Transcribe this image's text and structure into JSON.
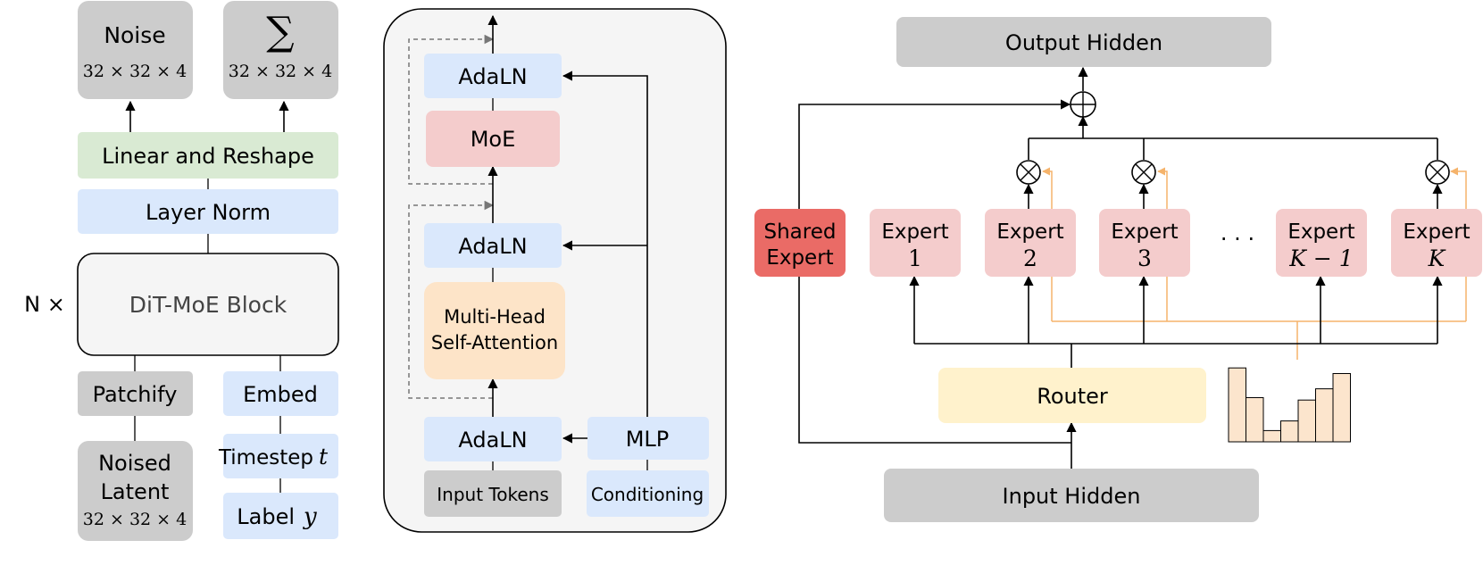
{
  "left_panel": {
    "noise": {
      "title": "Noise",
      "dims": "32 × 32 × 4"
    },
    "sigma": {
      "symbol": "∑",
      "dims": "32 × 32 × 4"
    },
    "linear_reshape": "Linear and Reshape",
    "layer_norm": "Layer Norm",
    "repeat": "N ×",
    "block": "DiT-MoE Block",
    "patchify": "Patchify",
    "embed": "Embed",
    "noised_latent": {
      "line1": "Noised",
      "line2": "Latent",
      "dims": "32 × 32 × 4"
    },
    "timestep": {
      "label": "Timestep",
      "var": "t"
    },
    "label": {
      "label": "Label",
      "var": "y"
    }
  },
  "middle_panel": {
    "adaln_top": "AdaLN",
    "moe": "MoE",
    "adaln_mid": "AdaLN",
    "attention": {
      "line1": "Multi-Head",
      "line2": "Self-Attention"
    },
    "adaln_bottom": "AdaLN",
    "mlp": "MLP",
    "input_tokens": "Input Tokens",
    "conditioning": "Conditioning"
  },
  "right_panel": {
    "output_hidden": "Output Hidden",
    "shared_expert": {
      "line1": "Shared",
      "line2": "Expert"
    },
    "experts": [
      {
        "line1": "Expert",
        "index": "1"
      },
      {
        "line1": "Expert",
        "index": "2"
      },
      {
        "line1": "Expert",
        "index": "3"
      },
      {
        "line1": "Expert",
        "index": "K − 1"
      },
      {
        "line1": "Expert",
        "index": "K"
      }
    ],
    "ellipsis": "· · ·",
    "router": "Router",
    "input_hidden": "Input Hidden",
    "router_histogram": [
      0.92,
      0.55,
      0.14,
      0.26,
      0.52,
      0.66,
      0.85
    ]
  },
  "colors": {
    "gray_box": "#cccccc",
    "green_box": "#d9ead3",
    "blue_box": "#dae8fc",
    "pink_box": "#f4cccc",
    "peach_box": "#fde4c8",
    "shared_expert": "#ea6b66",
    "router_box": "#fff2cc",
    "histogram_fill": "#fce5cd",
    "routing_line": "#f5b36b",
    "panel_bg": "#f5f5f5"
  }
}
